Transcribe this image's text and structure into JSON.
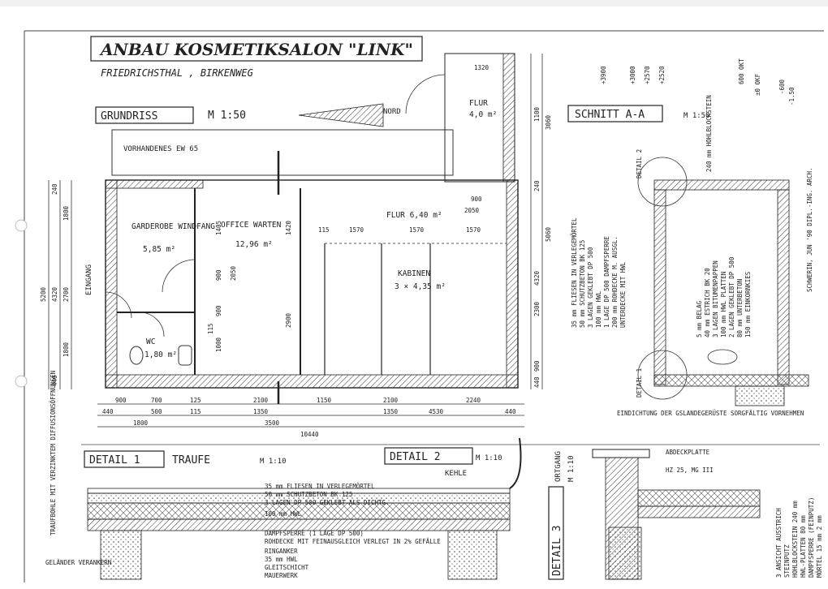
{
  "title": "ANBAU KOSMETIKSALON \"LINK\"",
  "subtitle": "FRIEDRICHSTHAL , BIRKENWEG",
  "grundriss": {
    "label": "GRUNDRISS",
    "scale": "M 1:50",
    "north": "NORD"
  },
  "existing": "VORHANDENES EW 65",
  "entrance": "EINGANG",
  "rooms": {
    "garderobe": {
      "name": "GARDEROBE WINDFANG",
      "area": "5,85 m²"
    },
    "office": {
      "name": "OFFICE WARTEN",
      "area": "12,96 m²"
    },
    "flur1": {
      "name": "FLUR 6,40 m²"
    },
    "kabinen": {
      "name": "KABINEN",
      "area": "3 × 4,35 m²"
    },
    "wc": {
      "name": "WC",
      "area": "1,80 m²"
    },
    "flur2": {
      "name": "FLUR",
      "area": "4,0 m²"
    }
  },
  "dims_bottom_row1": [
    "900",
    "700",
    "125",
    "2100",
    "1150",
    "2100",
    "2240"
  ],
  "dims_bottom_row2": [
    "440",
    "500",
    "115",
    "1350",
    "1350",
    "4530",
    "440"
  ],
  "dims_bottom_row3": [
    "1800",
    "3500"
  ],
  "dims_total": "10440",
  "dims_left": [
    "240",
    "1800",
    "4320",
    "5200",
    "2700",
    "1800",
    "440"
  ],
  "dims_top": [
    "1320",
    "900",
    "2050",
    "115",
    "1570",
    "1570",
    "1570"
  ],
  "dims_inner": [
    "1405",
    "1420",
    "2900",
    "900",
    "2050",
    "900",
    "115",
    "1000"
  ],
  "dims_right": [
    "1100",
    "3060",
    "240",
    "5060",
    "4320",
    "2300",
    "900",
    "440"
  ],
  "schnitt": {
    "label": "SCHNITT A-A",
    "scale": "M 1:50"
  },
  "levels": [
    "+3900",
    "+3000",
    "+2570",
    "+2520",
    "600 OKT",
    "±0 OKF",
    "-600",
    "-1.50"
  ],
  "roof_build_up": [
    "35 mm FLIESEN IN VERLEGEMÖRTEL",
    "50 mm SCHUTZBETON BK 125",
    "3 LAGEN GEKLEBT DP 500",
    "100 mm HWL",
    "1 LAGE DP 500 DAMPFSPERRE",
    "200 mm ROHDECKE M. AUSGL.",
    "UNTERDECKE MIT HWL"
  ],
  "wall_build_up": [
    "5 mm BELAG",
    "40 mm ESTRICH BK 20",
    "3 LAGEN BITUMENPAPPEN",
    "100 mm HWL PLATTEN",
    "2 LAGEN GEKLEBT DP 500",
    "80 mm UNTERBETON",
    "150 mm EINKORNKIES"
  ],
  "section_detail_labels": [
    "DETAIL 2",
    "DETAIL 1"
  ],
  "section_note": "EINDICHTUNG DER GSLANDEGERÜSTE SORGFÄLTIG VORNEHMEN",
  "section_top_note": "240 mm HOHLBLOCKSTEIN",
  "signature_block": "SCHWERIN, JUN '90  DIPL.-ING. ARCH.",
  "detail1": {
    "label": "DETAIL 1",
    "title": "TRAUFE",
    "scale": "M 1:10"
  },
  "detail2": {
    "label": "DETAIL 2",
    "scale": "M 1:10",
    "title": "KEHLE"
  },
  "detail3": {
    "label": "DETAIL 3",
    "title": "ORTGANG",
    "scale": "M 1:10"
  },
  "detail_annotations": [
    "35 mm FLIESEN IN VERLEGEMÖRTEL",
    "50 mm SCHUTZBETON BK 125",
    "3 LAGEN DP 500 GEKLEBT ALS DICHTG.",
    "100 mm HWL",
    "DAMPFSPERRE (1 LAGE DP 500)",
    "ROHDECKE MIT FEINAUSGLEICH VERLEGT IN 2% GEFÄLLE",
    "RINGANKER",
    "35 mm HWL",
    "GLEITSCHICHT",
    "MAUERWERK"
  ],
  "detail_left_notes": [
    "TRAUFBOHLE MIT VERZINKTEM DIFFUSIONSÖFFNUNGEN",
    "GELÄNDER VERANKERN"
  ],
  "detail3_annotations": [
    "ABDECKPLATTE",
    "HZ 25, MG III"
  ],
  "detail3_right": [
    "3 ANSICHT AUSSTRICH",
    "STEINPUTZ",
    "HOHLBLOCKSTEIN 240 mm",
    "HWL-PLATTEN 80 mm",
    "DAMPFSPERRE (FEINPUTZ)",
    "MÖRTEL 15 mm 2 mm"
  ]
}
